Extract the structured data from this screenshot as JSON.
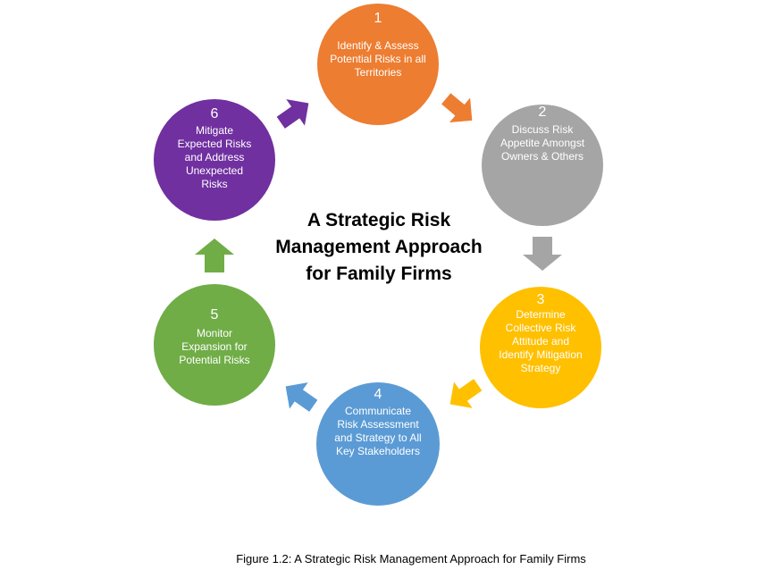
{
  "center_title": "A Strategic Risk Management Approach for Family Firms",
  "caption": "Figure 1.2: A Strategic Risk Management Approach for Family Firms",
  "steps": [
    {
      "num": "1",
      "label": "Identify & Assess Potential Risks in all Territories",
      "color": "#ED7D31"
    },
    {
      "num": "2",
      "label": "Discuss Risk Appetite Amongst Owners & Others",
      "color": "#A5A5A5"
    },
    {
      "num": "3",
      "label": "Determine Collective Risk Attitude and Identify Mitigation Strategy",
      "color": "#FFC000"
    },
    {
      "num": "4",
      "label": "Communicate Risk Assessment and Strategy to All Key Stakeholders",
      "color": "#5B9BD5"
    },
    {
      "num": "5",
      "label": "Monitor Expansion for Potential Risks",
      "color": "#70AD47"
    },
    {
      "num": "6",
      "label": "Mitigate Expected Risks and Address Unexpected Risks",
      "color": "#7030A0"
    }
  ],
  "arrows": [
    {
      "from": "1",
      "to": "2",
      "color": "#ED7D31"
    },
    {
      "from": "2",
      "to": "3",
      "color": "#A5A5A5"
    },
    {
      "from": "3",
      "to": "4",
      "color": "#FFC000"
    },
    {
      "from": "4",
      "to": "5",
      "color": "#5B9BD5"
    },
    {
      "from": "5",
      "to": "6",
      "color": "#70AD47"
    },
    {
      "from": "6",
      "to": "1",
      "color": "#7030A0"
    }
  ]
}
